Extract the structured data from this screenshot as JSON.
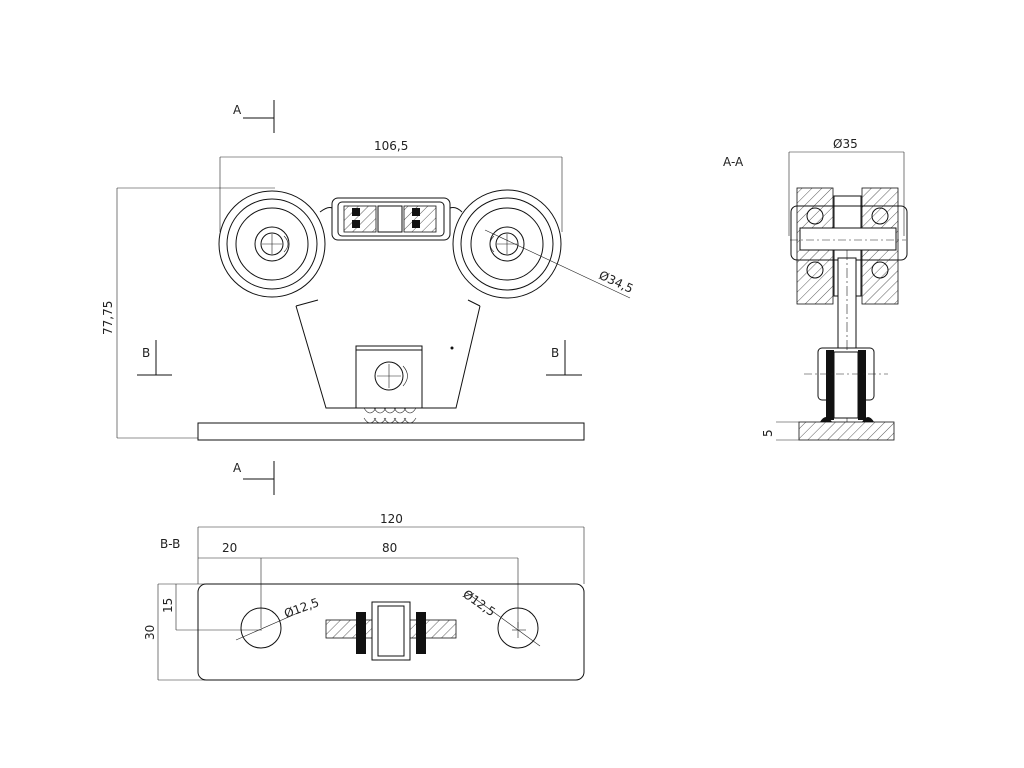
{
  "section_labels": {
    "a_top": "A",
    "a_bottom": "A",
    "b_left": "B",
    "b_right": "B",
    "view_aa": "A-A",
    "view_bb": "B-B"
  },
  "dimensions": {
    "width_top": "106,5",
    "height_left": "77,75",
    "wheel_diameter": "Ø34,5",
    "aa_diameter": "Ø35",
    "aa_plate_thickness": "5",
    "plate_length": "120",
    "hole_offset_x": "20",
    "hole_spacing": "80",
    "hole_offset_y": "15",
    "plate_width": "30",
    "hole_diameter_left": "Ø12,5",
    "hole_diameter_right": "Ø12,5"
  }
}
